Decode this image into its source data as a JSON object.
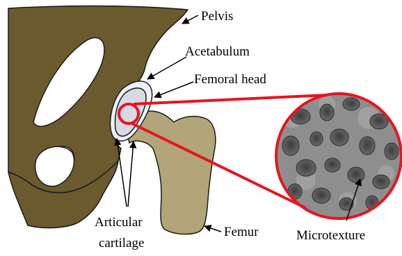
{
  "labels": {
    "pelvis": "Pelvis",
    "acetabulum": "Acetabulum",
    "femoral_head": "Femoral head",
    "articular_cartilage_line1": "Articular",
    "articular_cartilage_line2": "cartilage",
    "femur": "Femur",
    "microtexture": "Microtexture"
  },
  "colors": {
    "pelvis_fill": "#6b5a2e",
    "femur_fill": "#b3a57a",
    "femoral_head_fill": "#d7d9e5",
    "cartilage_fill": "#eef0f6",
    "magnifier_stroke": "#e8141c"
  }
}
